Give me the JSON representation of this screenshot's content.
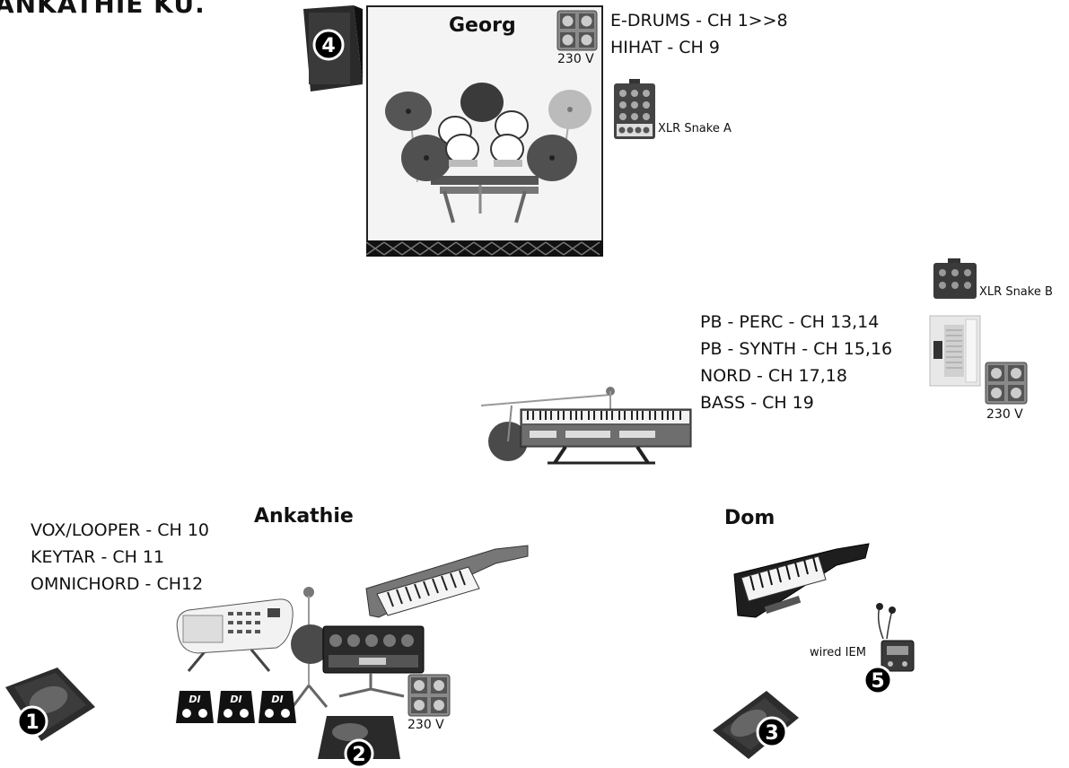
{
  "title": "ANKATHIE KU.",
  "musicians": {
    "georg": "Georg",
    "ankathie": "Ankathie",
    "dom": "Dom"
  },
  "georg_channels": [
    "E-DRUMS - CH 1>>8",
    "HIHAT - CH 9"
  ],
  "center_channels": [
    "PB - PERC - CH 13,14",
    "PB - SYNTH - CH 15,16",
    "NORD - CH 17,18",
    "BASS - CH 19"
  ],
  "ankathie_channels": [
    "VOX/LOOPER - CH 10",
    "KEYTAR - CH 11",
    "OMNICHORD - CH12"
  ],
  "snakes": {
    "a": "XLR Snake A",
    "b": "XLR Snake B"
  },
  "power_label": "230 V",
  "iem_label": "wired IEM",
  "monitors": [
    "1",
    "2",
    "3",
    "4",
    "5"
  ],
  "di_label": "DI"
}
